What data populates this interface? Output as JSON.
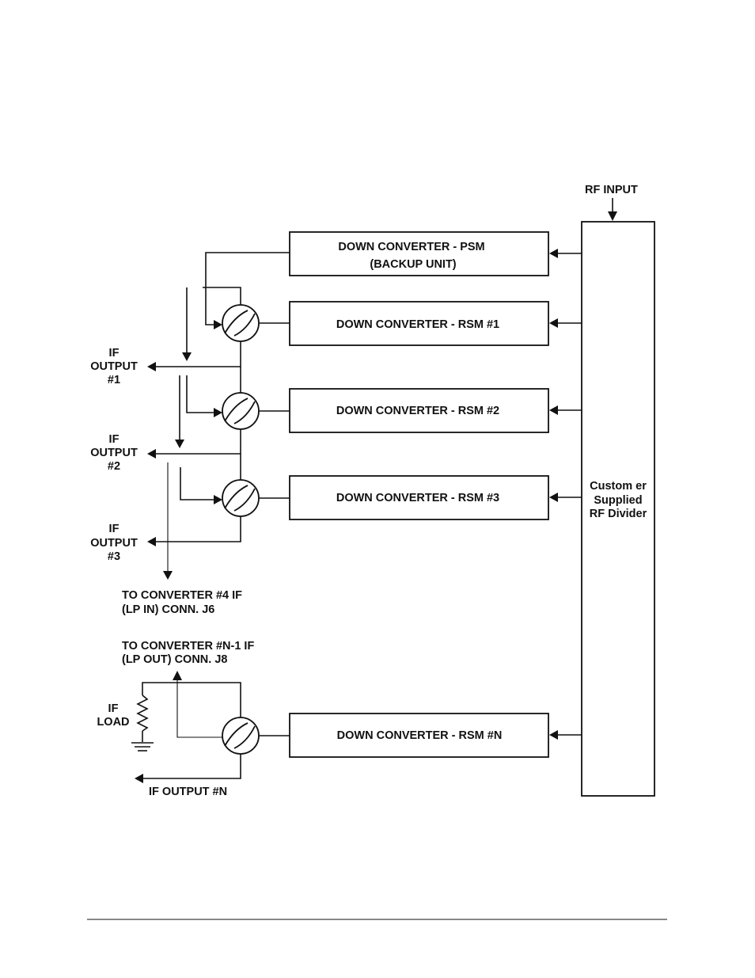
{
  "rf_input_label": "RF INPUT",
  "divider_label": [
    "Custom er",
    "Supplied",
    "RF Divider"
  ],
  "converters": {
    "psm_line1": "DOWN CONVERTER - PSM",
    "psm_line2": "(BACKUP UNIT)",
    "rsm1": "DOWN CONVERTER - RSM #1",
    "rsm2": "DOWN CONVERTER - RSM #2",
    "rsm3": "DOWN CONVERTER - RSM #3",
    "rsmn": "DOWN CONVERTER - RSM #N"
  },
  "outputs": {
    "out1": [
      "IF",
      "OUTPUT",
      "#1"
    ],
    "out2": [
      "IF",
      "OUTPUT",
      "#2"
    ],
    "out3": [
      "IF",
      "OUTPUT",
      "#3"
    ],
    "outn": "IF OUTPUT #N"
  },
  "notes": {
    "to_conv4": [
      "TO CONVERTER #4 IF",
      "(LP IN) CONN. J6"
    ],
    "to_convn1": [
      "TO CONVERTER #N-1 IF",
      "(LP OUT) CONN. J8"
    ]
  },
  "if_load": [
    "IF",
    "LOAD"
  ]
}
